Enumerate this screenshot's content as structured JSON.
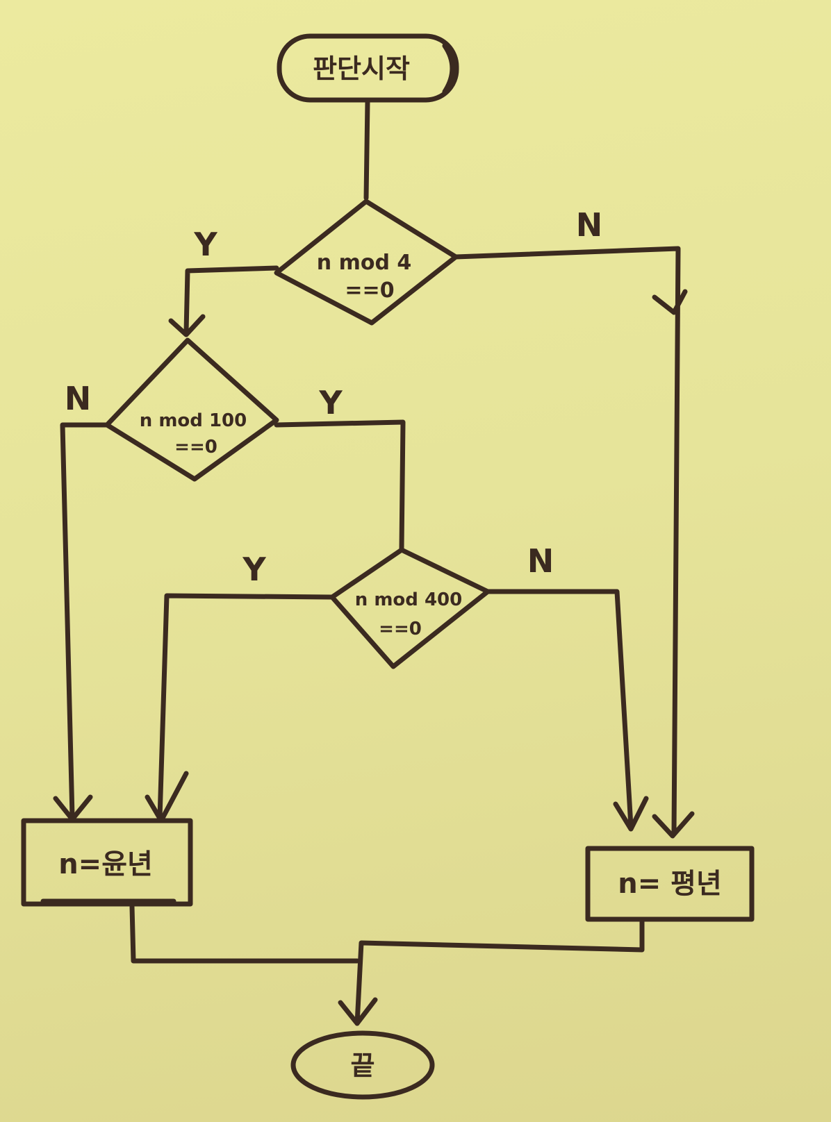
{
  "nodes": {
    "start": "판단시작",
    "cond_mod4": {
      "line1": "n mod 4",
      "line2": "==0"
    },
    "cond_mod100": {
      "line1": "n mod 100",
      "line2": "==0"
    },
    "cond_mod400": {
      "line1": "n mod 400",
      "line2": "==0"
    },
    "result_leap": "n=윤년",
    "result_common": "n= 평년",
    "end": "끝"
  },
  "edges": {
    "mod4_yes": "Y",
    "mod4_no": "N",
    "mod100_yes": "Y",
    "mod100_no": "N",
    "mod400_yes": "Y",
    "mod400_no": "N"
  },
  "colors": {
    "paper": "#e7e59d",
    "ink": "#3b2a20"
  }
}
